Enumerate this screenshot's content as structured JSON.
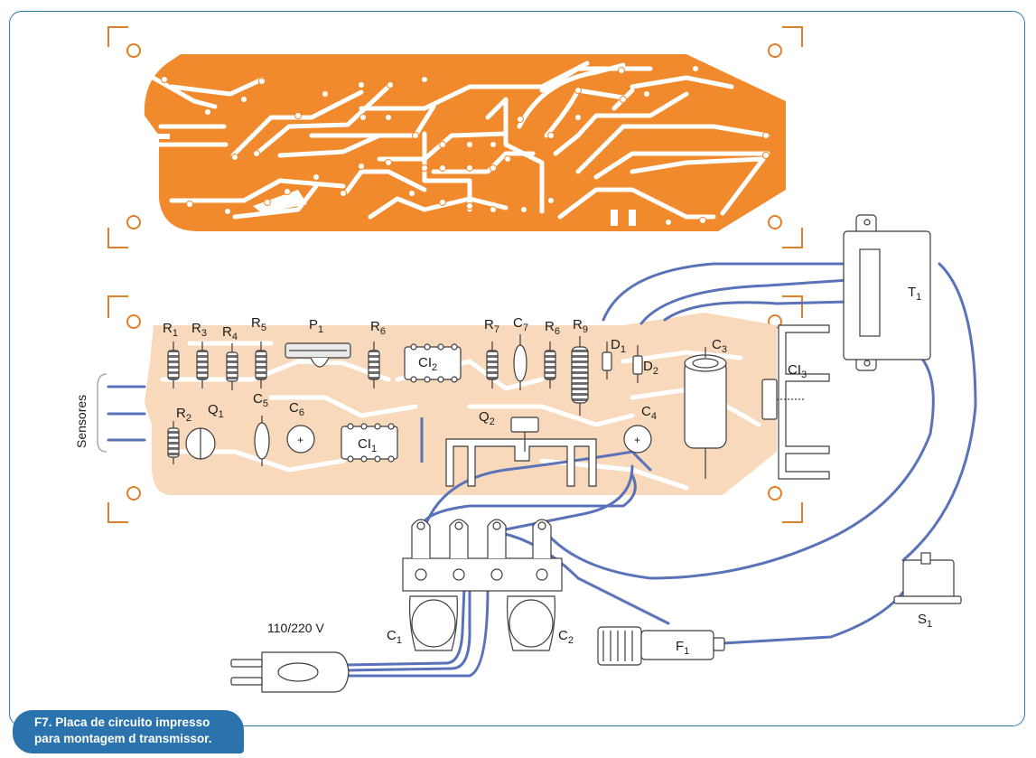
{
  "figure": {
    "caption_line1": "F7. Placa de circuito impresso",
    "caption_line2": "para montagem d transmissor."
  },
  "labels": {
    "sensores": "Sensores",
    "voltage": "110/220 V",
    "R1": "R",
    "R1_sub": "1",
    "R3": "R",
    "R3_sub": "3",
    "R4": "R",
    "R4_sub": "4",
    "R5": "R",
    "R5_sub": "5",
    "P1": "P",
    "P1_sub": "1",
    "R6a": "R",
    "R6a_sub": "6",
    "R7": "R",
    "R7_sub": "7",
    "C7": "C",
    "C7_sub": "7",
    "R6b": "R",
    "R6b_sub": "6",
    "R9": "R",
    "R9_sub": "9",
    "D1": "D",
    "D1_sub": "1",
    "D2": "D",
    "D2_sub": "2",
    "C3": "C",
    "C3_sub": "3",
    "CI3": "CI",
    "CI3_sub": "3",
    "T1": "T",
    "T1_sub": "1",
    "R2": "R",
    "R2_sub": "2",
    "Q1": "Q",
    "Q1_sub": "1",
    "C5": "C",
    "C5_sub": "5",
    "C6": "C",
    "C6_sub": "6",
    "CI1": "CI",
    "CI1_sub": "1",
    "CI2": "CI",
    "CI2_sub": "2",
    "Q2": "Q",
    "Q2_sub": "2",
    "C4": "C",
    "C4_sub": "4",
    "C1": "C",
    "C1_sub": "1",
    "C2": "C",
    "C2_sub": "2",
    "F1": "F",
    "F1_sub": "1",
    "S1": "S",
    "S1_sub": "1"
  },
  "colors": {
    "copper": "#f08a2c",
    "copper_light": "#f9d9bc",
    "wire": "#5a72b8",
    "frame": "#2a7fa8",
    "caption_bg": "#2b73ad"
  }
}
